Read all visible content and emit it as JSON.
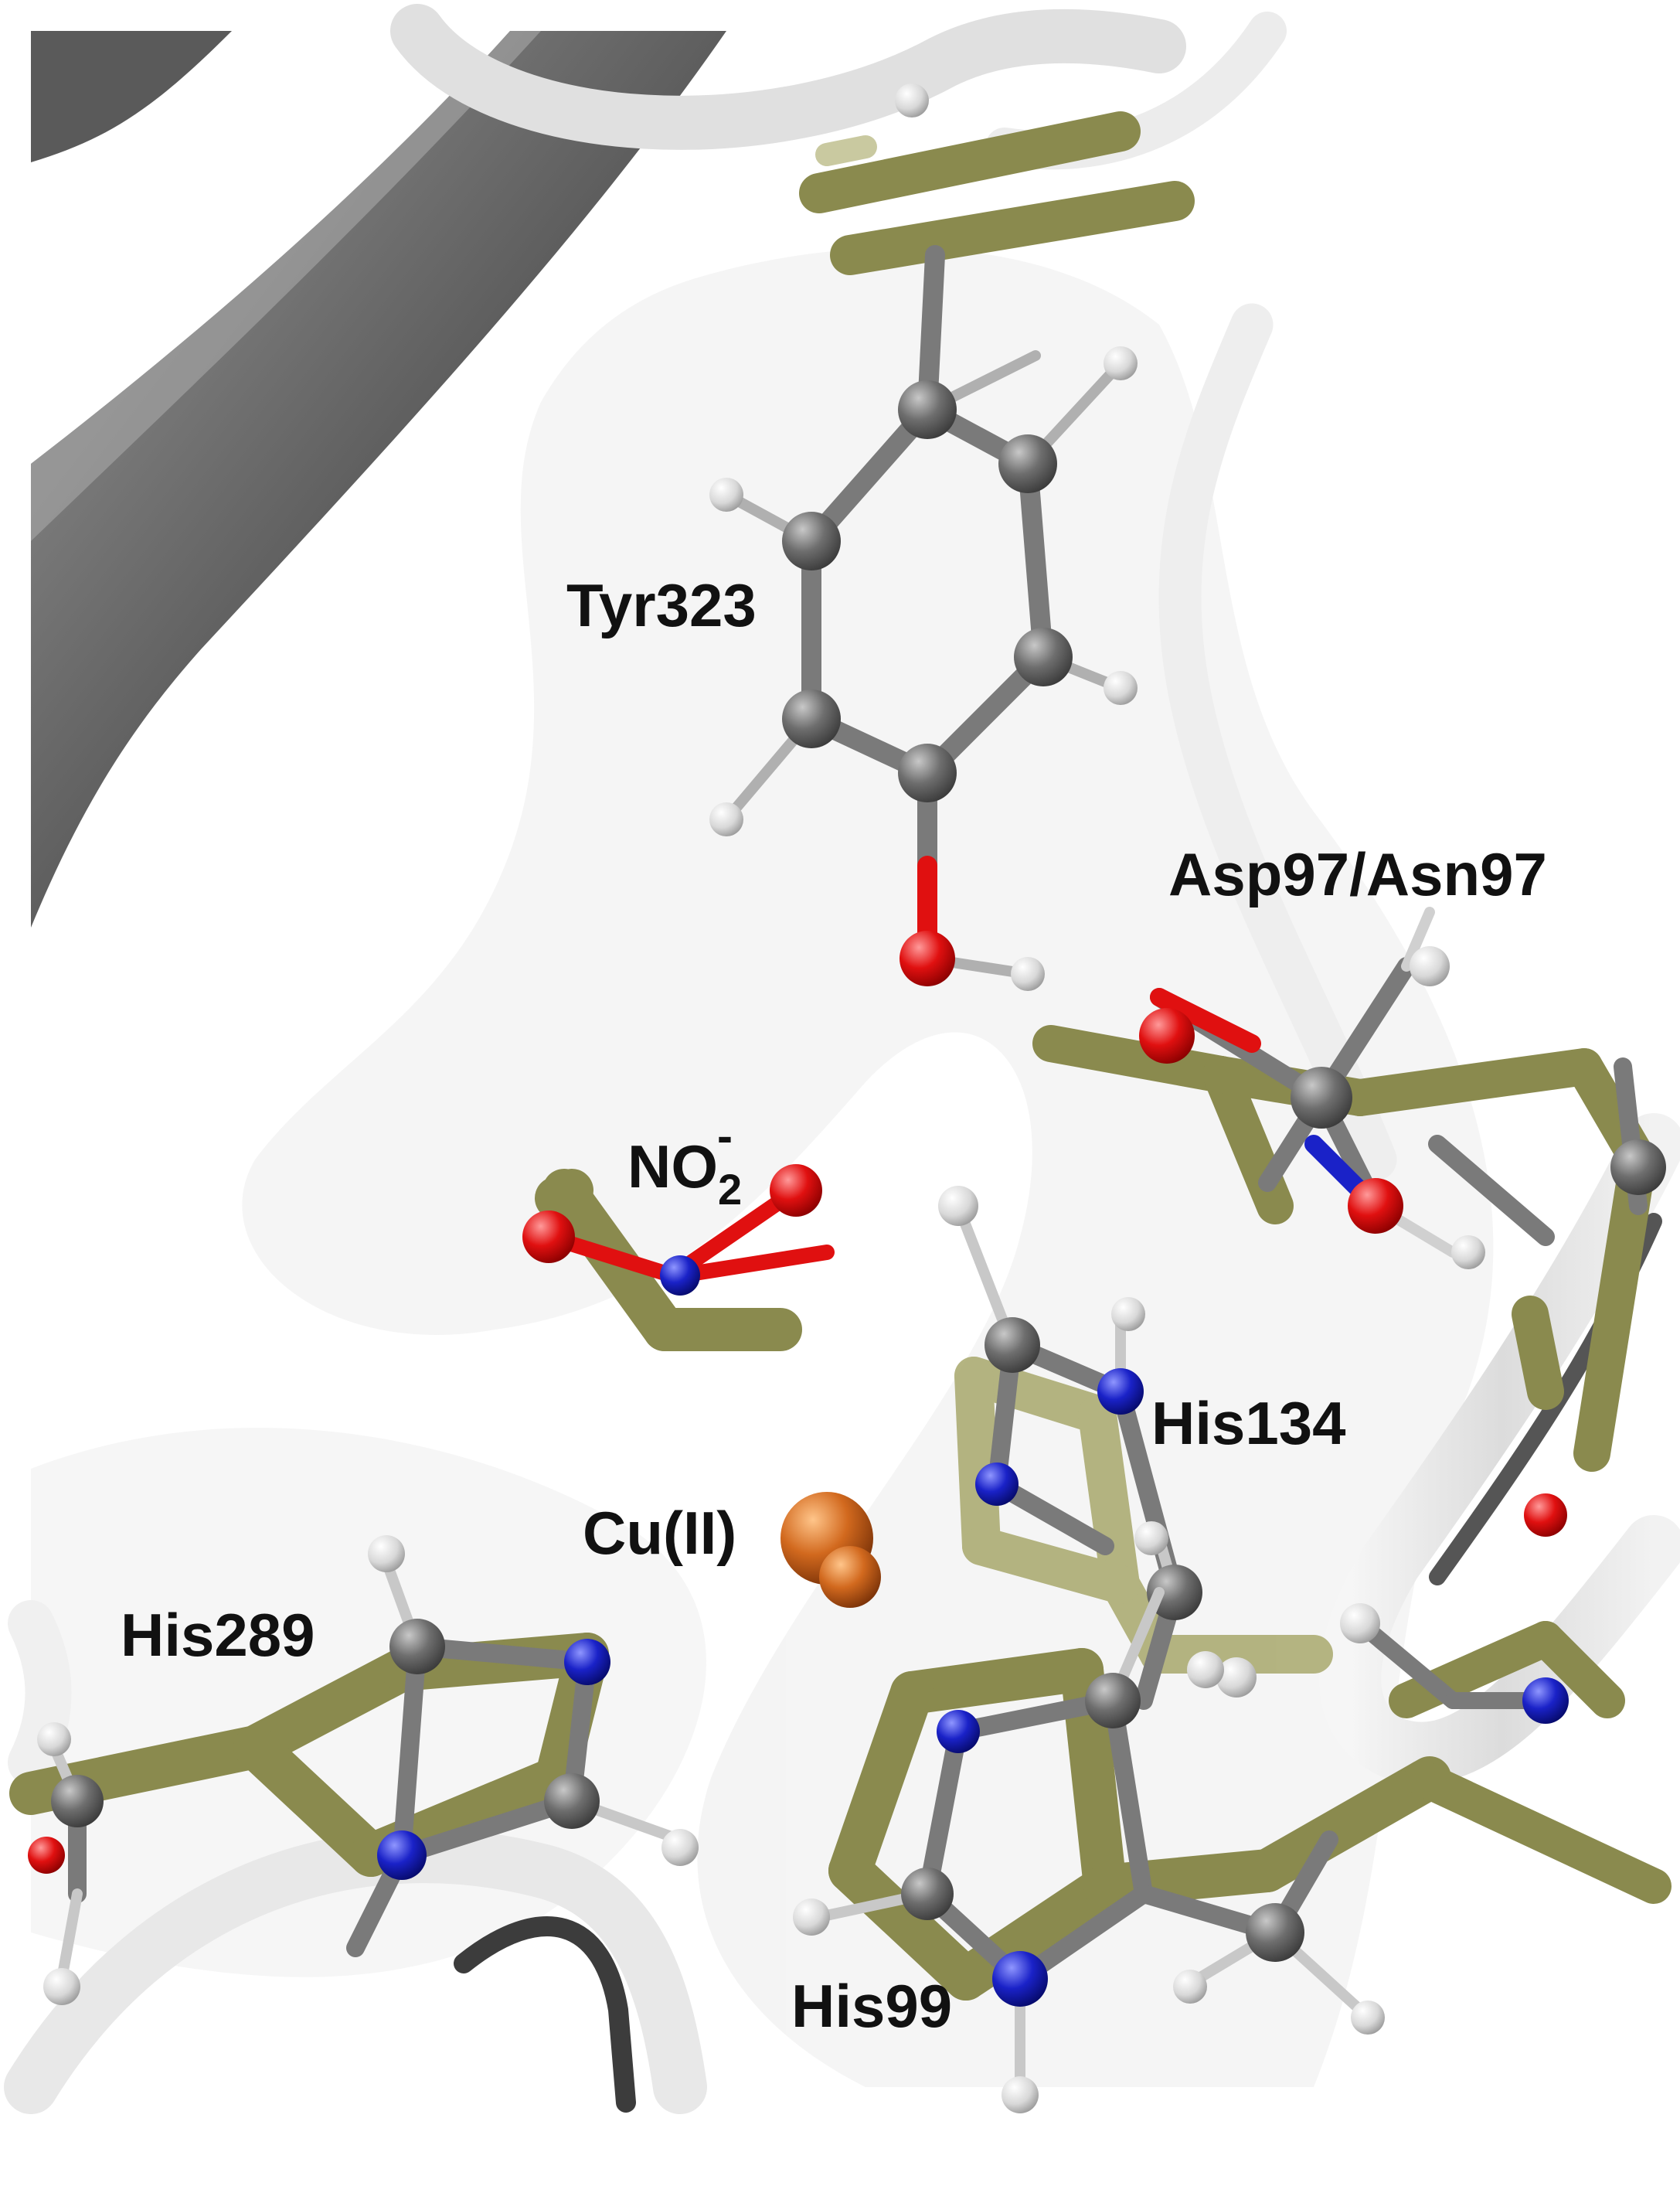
{
  "figure": {
    "labels": {
      "tyr": "Tyr323",
      "asp": "Asp97/Asn97",
      "no2_main": "NO",
      "no2_sub": "2",
      "no2_sup": "-",
      "his134": "His134",
      "cu": "Cu(II)",
      "his289": "His289",
      "his99": "His99"
    },
    "colors": {
      "background": "#ffffff",
      "ribbon_gray": "#6d6d6d",
      "ribbon_light": "#e6e6e6",
      "stick_olive": "#8a8a4e",
      "carbon": "#6e6e6e",
      "hydrogen": "#e0e0e0",
      "oxygen": "#e01010",
      "nitrogen": "#1a22c8",
      "copper": "#d2691e",
      "label_text": "#111111"
    }
  }
}
